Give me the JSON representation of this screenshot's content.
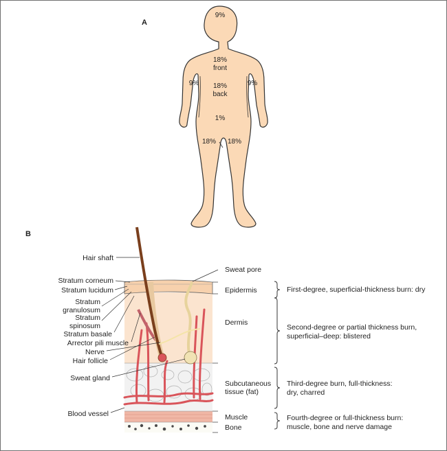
{
  "panel_a": {
    "letter": "A",
    "regions": {
      "head": "9%",
      "front_value": "18%",
      "front_label": "front",
      "back_value": "18%",
      "back_label": "back",
      "right_arm": "9%",
      "left_arm": "9%",
      "perineum": "1%",
      "right_leg": "18%",
      "left_leg": "18%"
    }
  },
  "panel_b": {
    "letter": "B",
    "left_labels": {
      "hair_shaft": "Hair shaft",
      "stratum_corneum": "Stratum corneum",
      "stratum_lucidum": "Stratum lucidum",
      "stratum_granulosum_1": "Stratum",
      "stratum_granulosum_2": "granulosum",
      "stratum_spinosum_1": "Stratum",
      "stratum_spinosum_2": "spinosum",
      "stratum_basale": "Stratum basale",
      "arrector_pili": "Arrector pili muscle",
      "nerve": "Nerve",
      "hair_follicle": "Hair follicle",
      "sweat_gland": "Sweat gland",
      "blood_vessel": "Blood vessel"
    },
    "layers": {
      "sweat_pore": "Sweat pore",
      "epidermis": "Epidermis",
      "dermis": "Dermis",
      "subcutaneous_1": "Subcutaneous",
      "subcutaneous_2": "tissue (fat)",
      "muscle": "Muscle",
      "bone": "Bone"
    },
    "burns": {
      "first": "First-degree, superficial-thickness burn: dry",
      "second_1": "Second-degree or partial thickness burn,",
      "second_2": "superficial–deep: blistered",
      "third_1": "Third-degree burn, full-thickness:",
      "third_2": "dry, charred",
      "fourth_1": "Fourth-degree or full-thickness burn:",
      "fourth_2": "muscle, bone and nerve damage"
    },
    "colors": {
      "skin": "#fbd9b6",
      "vessel": "#d9545a",
      "hair": "#7a3f1d",
      "gland": "#f1e3b4",
      "fat": "#f2f2f2"
    }
  }
}
